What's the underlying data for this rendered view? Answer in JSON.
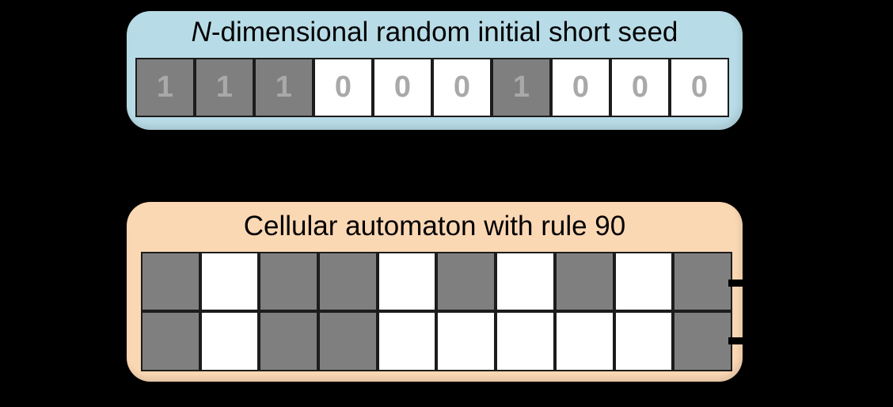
{
  "background_color": "#000000",
  "seed_panel": {
    "title_italic": "N",
    "title_rest": "-dimensional random initial short seed",
    "fill_color": "#b8dce7",
    "cells": [
      "1",
      "1",
      "1",
      "0",
      "0",
      "0",
      "1",
      "0",
      "0",
      "0"
    ]
  },
  "ca_panel": {
    "title": "Cellular automaton with rule 90",
    "fill_color": "#fbd8b4",
    "rows": [
      [
        "1",
        "0",
        "1",
        "1",
        "0",
        "1",
        "0",
        "1",
        "0",
        "1"
      ],
      [
        "1",
        "0",
        "1",
        "1",
        "0",
        "0",
        "0",
        "0",
        "0",
        "1"
      ]
    ]
  },
  "colors": {
    "cell_on": "#7f7f7f",
    "cell_off": "#ffffff",
    "cell_border": "#1c1c1c",
    "digit": "#a9a9a9",
    "title_text": "#000000"
  }
}
